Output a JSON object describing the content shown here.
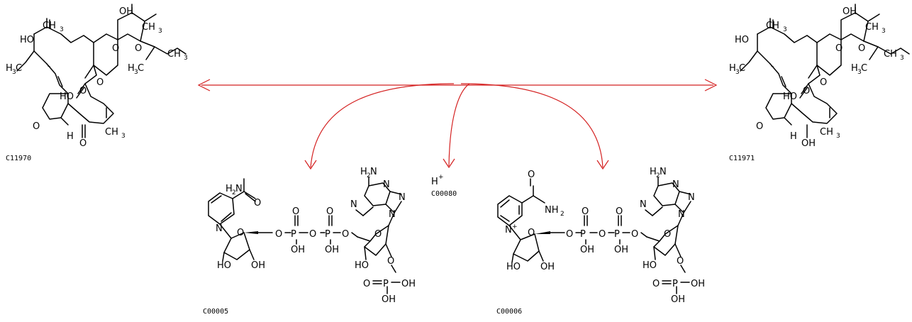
{
  "arrow_color": "#d42020",
  "compounds": {
    "c11970": {
      "id": "C11970"
    },
    "c11971": {
      "id": "C11971"
    },
    "c00005": {
      "id": "C00005"
    },
    "c00080": {
      "id": "C00080",
      "formula": "H",
      "charge": "+"
    },
    "c00006": {
      "id": "C00006"
    }
  },
  "atoms": {
    "OH": "OH",
    "HO": "HO",
    "O": "O",
    "H": "H",
    "N": "N",
    "P": "P",
    "CH3": "CH",
    "H3C": "H",
    "sub3": "3",
    "C": "C",
    "H2N": "H",
    "sub2": "2",
    "NH2": "NH",
    "Nplus": "+"
  }
}
